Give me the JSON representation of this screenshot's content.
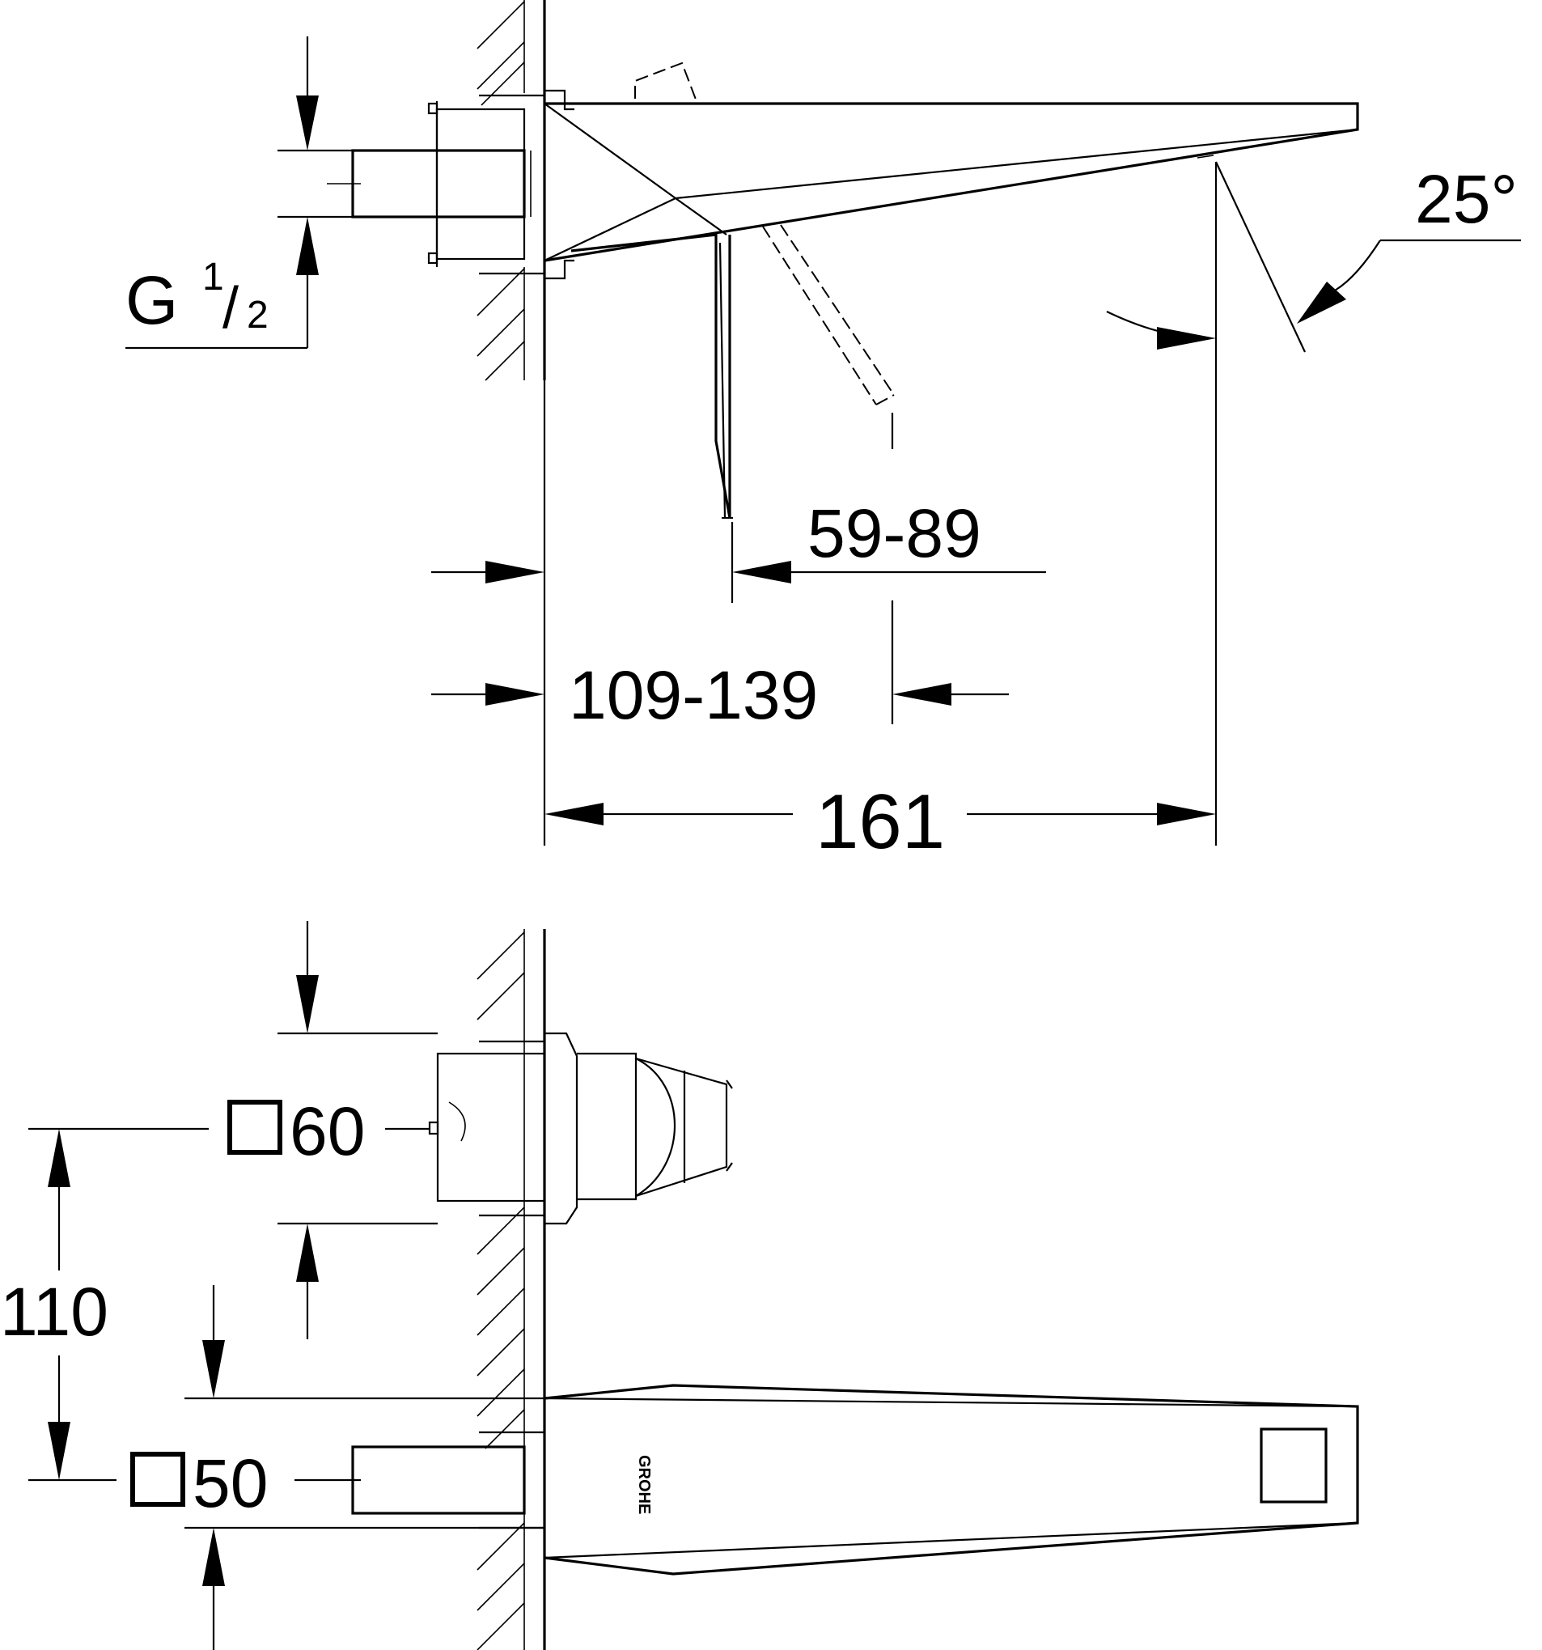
{
  "dimensions": {
    "thread_main": "G",
    "thread_num": "1",
    "thread_den": "2",
    "angle": "25°",
    "dim_59_89": "59-89",
    "dim_109_139": "109-139",
    "dim_161": "161",
    "dim_110": "110",
    "square_60": "60",
    "square_50": "50"
  },
  "logo": "GROHE",
  "colors": {
    "line": "#000000",
    "background": "#ffffff"
  }
}
